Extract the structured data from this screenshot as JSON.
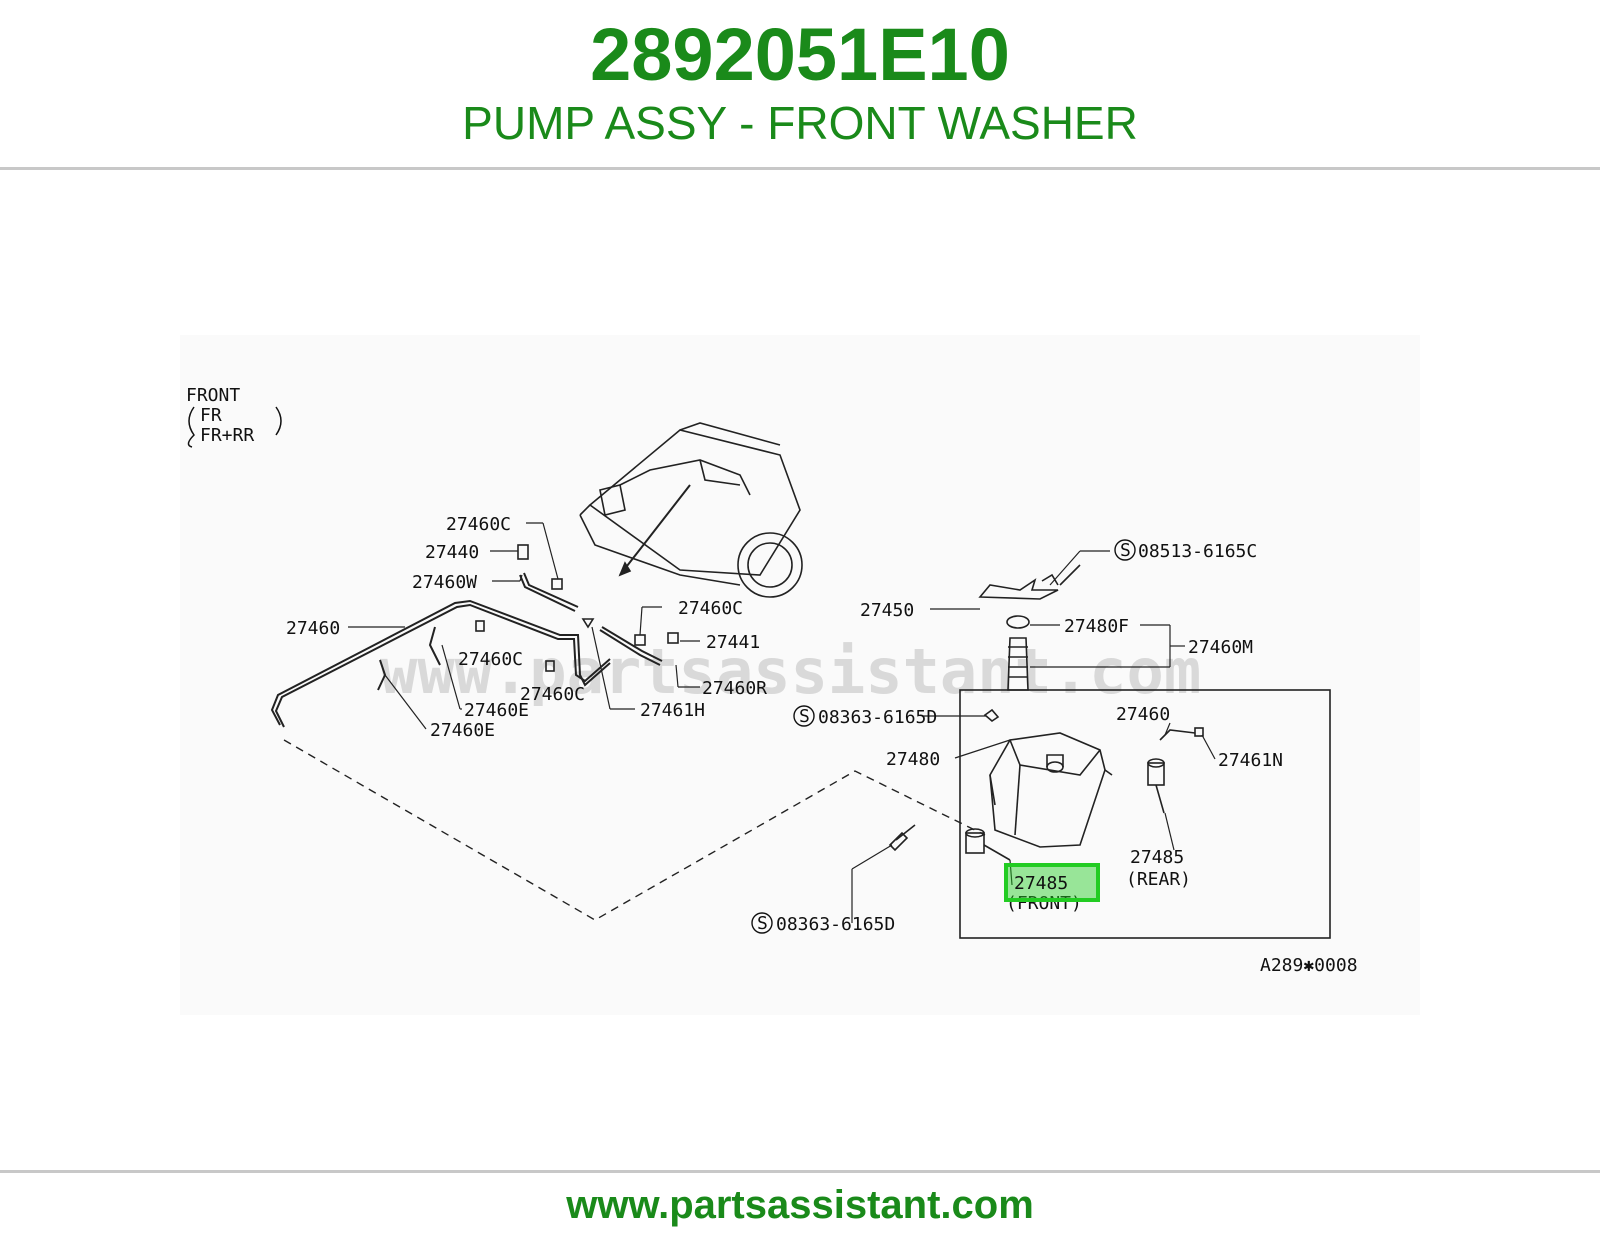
{
  "header": {
    "part_number": "2892051E10",
    "part_name": "PUMP ASSY - FRONT WASHER"
  },
  "footer": {
    "url": "www.partsassistant.com"
  },
  "diagram": {
    "legend": {
      "line1": "FRONT",
      "line2": "FR",
      "line3": "FR+RR"
    },
    "watermark": "www.partsassistant.com",
    "reference_code": "A289✱0008",
    "highlight_color": "#22cc22",
    "labels": {
      "l_27460C_a": "27460C",
      "l_27440": "27440",
      "l_27460W": "27460W",
      "l_27460": "27460",
      "l_27460C_b": "27460C",
      "l_27441": "27441",
      "l_27460C_c": "27460C",
      "l_27460R": "27460R",
      "l_27460C_d": "27460C",
      "l_27461H": "27461H",
      "l_27460E_a": "27460E",
      "l_27460E_b": "27460E",
      "l_08513": "08513-6165C",
      "l_27450": "27450",
      "l_27480F": "27480F",
      "l_27460M": "27460M",
      "l_08363_a": "08363-6165D",
      "l_27460_b": "27460",
      "l_27461N": "27461N",
      "l_27480": "27480",
      "l_27485_rear": "27485",
      "l_rear": "(REAR)",
      "l_27485_front": "27485",
      "l_front": "(FRONT)",
      "l_08363_b": "08363-6165D",
      "s_mark": "S"
    }
  }
}
